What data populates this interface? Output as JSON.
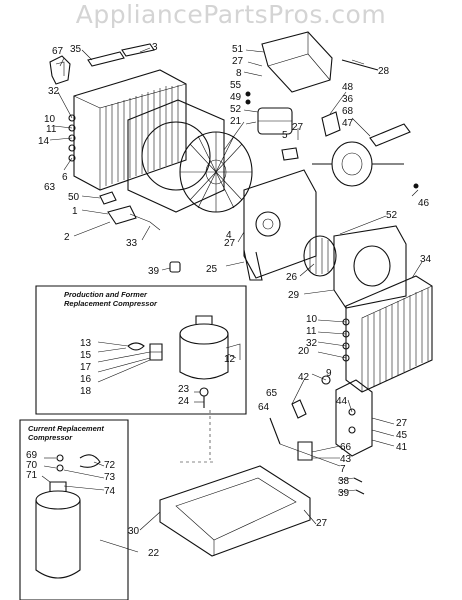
{
  "watermark": "AppliancePartsPros.com",
  "boxes": {
    "production": {
      "title_line1": "Production and Former",
      "title_line2": "Replacement Compressor"
    },
    "current": {
      "title_line1": "Current Replacement",
      "title_line2": "Compressor"
    }
  },
  "callouts": [
    {
      "id": "c67",
      "text": "67"
    },
    {
      "id": "c35",
      "text": "35"
    },
    {
      "id": "c3",
      "text": "3"
    },
    {
      "id": "c32",
      "text": "32"
    },
    {
      "id": "c10",
      "text": "10"
    },
    {
      "id": "c11",
      "text": "11"
    },
    {
      "id": "c14",
      "text": "14"
    },
    {
      "id": "c63",
      "text": "63"
    },
    {
      "id": "c6",
      "text": "6"
    },
    {
      "id": "c50",
      "text": "50"
    },
    {
      "id": "c1",
      "text": "1"
    },
    {
      "id": "c2",
      "text": "2"
    },
    {
      "id": "c33",
      "text": "33"
    },
    {
      "id": "c51",
      "text": "51"
    },
    {
      "id": "c27a",
      "text": "27"
    },
    {
      "id": "c8",
      "text": "8"
    },
    {
      "id": "c55",
      "text": "55"
    },
    {
      "id": "c49",
      "text": "49"
    },
    {
      "id": "c52a",
      "text": "52"
    },
    {
      "id": "c21",
      "text": "21"
    },
    {
      "id": "c28",
      "text": "28"
    },
    {
      "id": "c48",
      "text": "48"
    },
    {
      "id": "c36",
      "text": "36"
    },
    {
      "id": "c68",
      "text": "68"
    },
    {
      "id": "c47",
      "text": "47"
    },
    {
      "id": "c5",
      "text": "5"
    },
    {
      "id": "c27b",
      "text": "27"
    },
    {
      "id": "c46",
      "text": "46"
    },
    {
      "id": "c52b",
      "text": "52"
    },
    {
      "id": "c27c",
      "text": "27"
    },
    {
      "id": "c4",
      "text": "4"
    },
    {
      "id": "c25",
      "text": "25"
    },
    {
      "id": "c26",
      "text": "26"
    },
    {
      "id": "c29",
      "text": "29"
    },
    {
      "id": "c34",
      "text": "34"
    },
    {
      "id": "c39a",
      "text": "39"
    },
    {
      "id": "c13",
      "text": "13"
    },
    {
      "id": "c15",
      "text": "15"
    },
    {
      "id": "c17",
      "text": "17"
    },
    {
      "id": "c16",
      "text": "16"
    },
    {
      "id": "c18",
      "text": "18"
    },
    {
      "id": "c12",
      "text": "12"
    },
    {
      "id": "c23",
      "text": "23"
    },
    {
      "id": "c24",
      "text": "24"
    },
    {
      "id": "c10b",
      "text": "10"
    },
    {
      "id": "c11b",
      "text": "11"
    },
    {
      "id": "c32b",
      "text": "32"
    },
    {
      "id": "c20",
      "text": "20"
    },
    {
      "id": "c9",
      "text": "9"
    },
    {
      "id": "c42",
      "text": "42"
    },
    {
      "id": "c65",
      "text": "65"
    },
    {
      "id": "c64",
      "text": "64"
    },
    {
      "id": "c44",
      "text": "44"
    },
    {
      "id": "c27d",
      "text": "27"
    },
    {
      "id": "c45",
      "text": "45"
    },
    {
      "id": "c41",
      "text": "41"
    },
    {
      "id": "c66",
      "text": "66"
    },
    {
      "id": "c43",
      "text": "43"
    },
    {
      "id": "c7",
      "text": "7"
    },
    {
      "id": "c69",
      "text": "69"
    },
    {
      "id": "c70",
      "text": "70"
    },
    {
      "id": "c71",
      "text": "71"
    },
    {
      "id": "c72",
      "text": "72"
    },
    {
      "id": "c73",
      "text": "73"
    },
    {
      "id": "c74",
      "text": "74"
    },
    {
      "id": "c30",
      "text": "30"
    },
    {
      "id": "c22",
      "text": "22"
    },
    {
      "id": "c27e",
      "text": "27"
    },
    {
      "id": "c38",
      "text": "38"
    },
    {
      "id": "c39b",
      "text": "39"
    }
  ]
}
